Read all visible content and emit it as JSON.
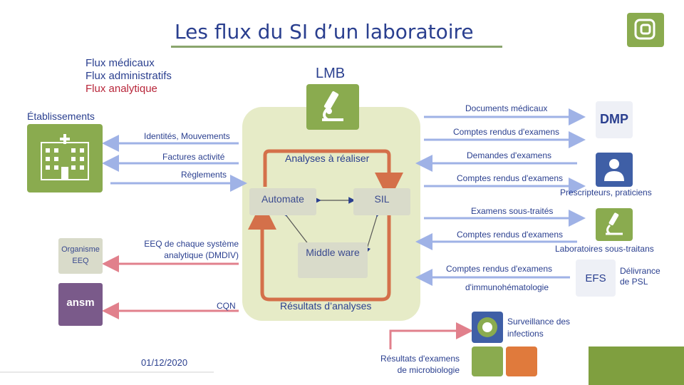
{
  "title": "Les flux du SI d’un laboratoire",
  "legend": [
    {
      "label": "Flux médicaux",
      "color": "#2a3f8f"
    },
    {
      "label": "Flux administratifs",
      "color": "#2a3f8f"
    },
    {
      "label": "Flux analytique",
      "color": "#b8263a"
    }
  ],
  "lmb": "LMB",
  "etablissements": "Établissements",
  "left_flows": {
    "identites": "Identités, Mouvements",
    "factures": "Factures activité",
    "reglements": "Règlements",
    "eeq": "EEQ de chaque système analytique (DMDIV)",
    "cqn": "CQN"
  },
  "org_eeq": "Organisme EEQ",
  "ansm": "ansm",
  "center": {
    "analyses": "Analyses à réaliser",
    "automate": "Automate",
    "sil": "SIL",
    "middleware": "Middle ware",
    "resultats": "Résultats d’analyses"
  },
  "right_flows": {
    "docs_medicaux": "Documents médicaux",
    "cr_examens_1": "Comptes rendus d'examens",
    "demandes": "Demandes d'examens",
    "cr_examens_2": "Comptes rendus d'examens",
    "prescripteurs": "Prescripteurs, praticiens",
    "sous_traites": "Examens sous-traités",
    "cr_examens_3": "Comptes rendus d'examens",
    "labos_sous_traitants": "Laboratoires sous-traitans",
    "cr_examens_4": "Comptes rendus d'examens",
    "immuno": "d'immunohématologie",
    "delivrance": "Délivrance de PSL",
    "efs": "EFS",
    "dmp": "DMP",
    "surveillance": "Surveillance des infections",
    "microbio": "Résultats d'examens de microbiologie"
  },
  "date": "01/12/2020",
  "colors": {
    "blue": "#2a3f8f",
    "red": "#b8263a",
    "green": "#8aab4f",
    "orange": "#d4704a",
    "arrow_blue": "#9fb2e6",
    "arrow_red": "#e1808c",
    "panel": "#e6ebc7"
  }
}
